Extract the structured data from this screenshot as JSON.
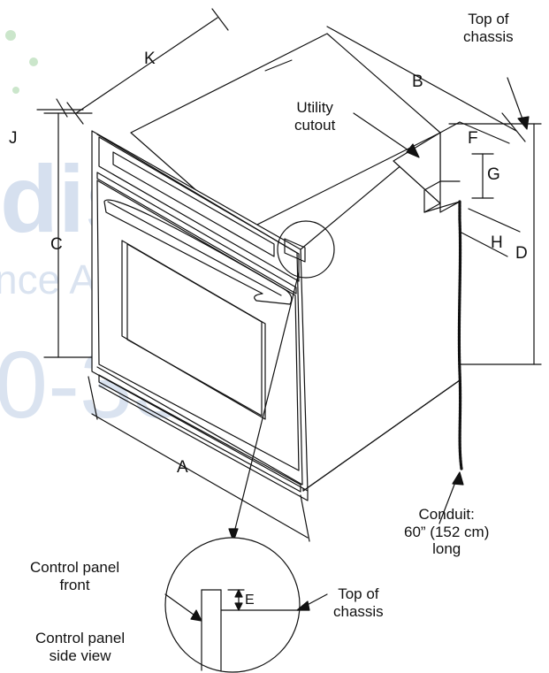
{
  "labels": {
    "A": "A",
    "B": "B",
    "C": "C",
    "D": "D",
    "E": "E",
    "F": "F",
    "G": "G",
    "H": "H",
    "J": "J",
    "K": "K",
    "top_of_chassis_top": [
      "Top of",
      "chassis"
    ],
    "utility_cutout": [
      "Utility",
      "cutout"
    ],
    "conduit": [
      "Conduit:",
      "60” (152 cm)",
      "long"
    ],
    "control_panel_front": [
      "Control panel",
      "front"
    ],
    "control_panel_side_view": [
      "Control panel",
      "side view"
    ],
    "top_of_chassis_inset": [
      "Top of",
      "chassis"
    ]
  },
  "watermark": [
    "dison",
    "nce Authorit",
    "0-3355"
  ],
  "colors": {
    "line": "#111111",
    "watermark_blue": "#4a78b8",
    "watermark_green": "#8ec98e"
  }
}
